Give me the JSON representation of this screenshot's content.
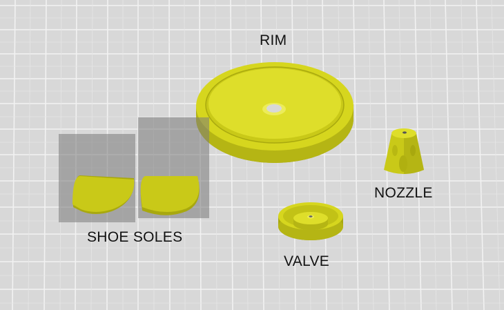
{
  "labels": {
    "rim": "RIM",
    "shoe_soles": "SHOE SOLES",
    "nozzle": "NOZZLE",
    "valve": "VALVE"
  },
  "colors": {
    "background": "#d8d8d8",
    "grid_line": "#f2f2f2",
    "part_fill": "#d6d61e",
    "part_side": "#a8a80e",
    "part_highlight": "#ecec5a",
    "selection_box": "#7a7a7a"
  }
}
